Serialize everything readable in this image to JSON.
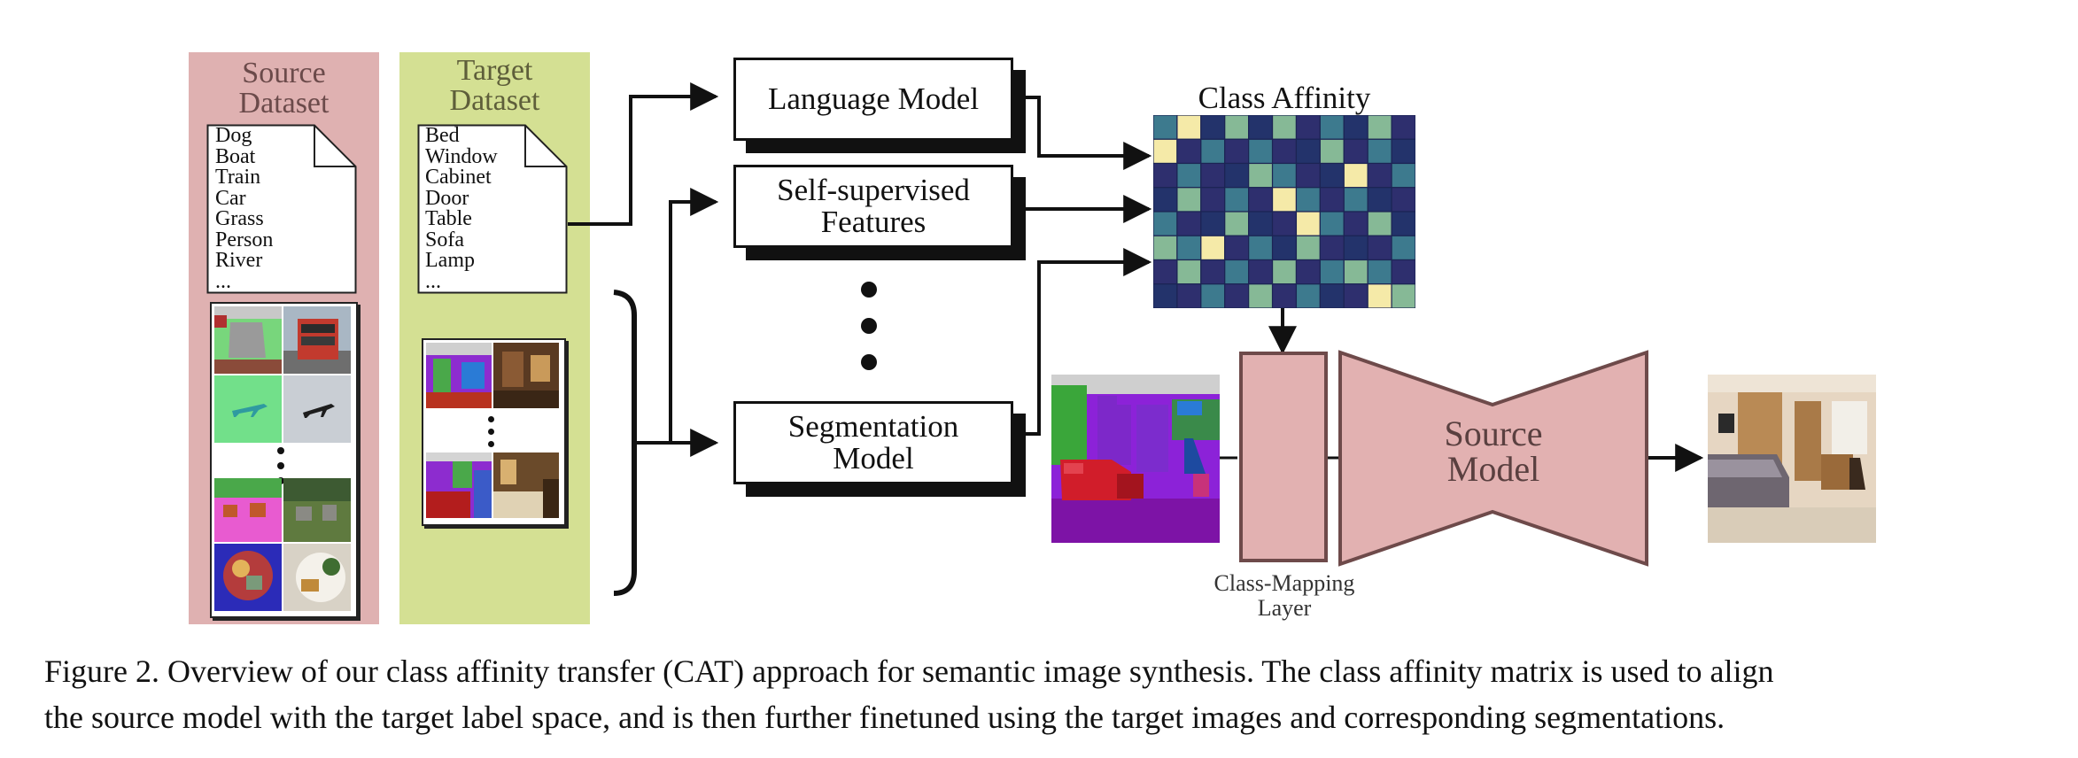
{
  "source_panel": {
    "title_line1": "Source",
    "title_line2": "Dataset",
    "classes": [
      "Dog",
      "Boat",
      "Train",
      "Car",
      "Grass",
      "Person",
      "River",
      "..."
    ]
  },
  "target_panel": {
    "title_line1": "Target",
    "title_line2": "Dataset",
    "classes": [
      "Bed",
      "Window",
      "Cabinet",
      "Door",
      "Table",
      "Sofa",
      "Lamp",
      "..."
    ]
  },
  "boxes": {
    "language_model": "Language Model",
    "self_supervised_line1": "Self-supervised",
    "self_supervised_line2": "Features",
    "segmentation_line1": "Segmentation",
    "segmentation_line2": "Model"
  },
  "affinity": {
    "title": "Class Affinity",
    "colors": {
      "dark": "#2e2f6e",
      "navy": "#23336b",
      "teal": "#3d7a8e",
      "green": "#86b996",
      "cream": "#f5eaa8",
      "mid": "#346187"
    },
    "grid": [
      [
        "teal",
        "cream",
        "navy",
        "green",
        "navy",
        "green",
        "dark",
        "teal",
        "navy",
        "green",
        "dark"
      ],
      [
        "cream",
        "dark",
        "teal",
        "dark",
        "teal",
        "dark",
        "navy",
        "green",
        "dark",
        "teal",
        "navy"
      ],
      [
        "dark",
        "teal",
        "dark",
        "navy",
        "green",
        "teal",
        "dark",
        "navy",
        "cream",
        "dark",
        "teal"
      ],
      [
        "navy",
        "green",
        "dark",
        "teal",
        "dark",
        "cream",
        "teal",
        "dark",
        "teal",
        "navy",
        "dark"
      ],
      [
        "teal",
        "dark",
        "navy",
        "green",
        "navy",
        "dark",
        "cream",
        "teal",
        "dark",
        "green",
        "navy"
      ],
      [
        "green",
        "teal",
        "cream",
        "dark",
        "teal",
        "navy",
        "green",
        "dark",
        "navy",
        "dark",
        "teal"
      ],
      [
        "dark",
        "green",
        "dark",
        "teal",
        "dark",
        "green",
        "dark",
        "teal",
        "green",
        "teal",
        "dark"
      ],
      [
        "navy",
        "dark",
        "teal",
        "dark",
        "green",
        "dark",
        "teal",
        "navy",
        "dark",
        "cream",
        "green"
      ]
    ]
  },
  "mapping_layer": {
    "label_line1": "Class-Mapping",
    "label_line2": "Layer"
  },
  "source_model": {
    "label_line1": "Source",
    "label_line2": "Model"
  },
  "caption": {
    "line1": "Figure 2. Overview of our class affinity transfer (CAT) approach for semantic image synthesis. The class affinity matrix is used to align",
    "line2": "the source model with the target label space, and is then further finetuned using the target images and corresponding segmentations."
  }
}
